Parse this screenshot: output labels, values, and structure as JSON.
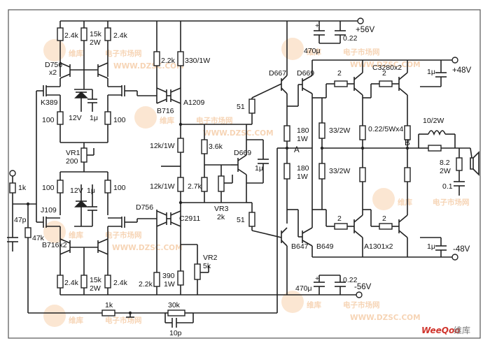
{
  "rails": {
    "pos56": "+56V",
    "neg56": "-56V",
    "pos48": "+48V",
    "neg48": "-48V"
  },
  "nodes": {
    "a": "A",
    "b": "B"
  },
  "transistors": {
    "d756_top": "D756",
    "d756_top_qty": "x2",
    "k389": "K389",
    "j109": "J109",
    "b716_pair": "B716x2",
    "b716": "B716",
    "a1209": "A1209",
    "d756_mid": "D756",
    "c2911": "C2911",
    "d667": "D667",
    "d669": "D669",
    "d669_mid": "D669",
    "c3280": "C3280x2",
    "b647": "B647",
    "b649": "B649",
    "a1301": "A1301x2"
  },
  "resistors": {
    "r_2k4_tl": "2.4k",
    "r_15k_top": "15k",
    "r_15k_top_w": "2W",
    "r_2k4_tr": "2.4k",
    "r_2k2_top": "2.2k",
    "r_330": "330/1W",
    "r_100_tl": "100",
    "r_100_tr": "100",
    "r_100_bl": "100",
    "r_100_br": "100",
    "vr1": "VR1",
    "vr1_val": "200",
    "r_1k_in": "1k",
    "r_47k": "47k",
    "c_47p": "47p",
    "r_12k_a": "12k/1W",
    "r_12k_b": "12k/1W",
    "r_3k6": "3.6k",
    "r_2k7": "2.7k",
    "vr3": "VR3",
    "vr3_val": "2k",
    "r_51_top": "51",
    "r_51_bot": "51",
    "r_180_top": "180",
    "r_180_top_w": "1W",
    "r_180_bot": "180",
    "r_180_bot_w": "1W",
    "r_33_top": "33/2W",
    "r_33_bot": "33/2W",
    "r_022": "0.22/5Wx4",
    "r_2_top_a": "2",
    "r_2_top_b": "2",
    "r_2_bot_a": "2",
    "r_2_bot_b": "2",
    "r_10": "10/2W",
    "r_8k2": "8.2",
    "r_8k2_w": "2W",
    "r_2k4_bl": "2.4k",
    "r_15k_bot": "15k",
    "r_15k_bot_w": "2W",
    "r_2k4_br": "2.4k",
    "r_2k2_bot": "2.2k",
    "r_390": "390",
    "r_390_w": "1W",
    "vr2": "VR2",
    "vr2_val": "5k",
    "r_1k_fb": "1k",
    "r_30k": "30k",
    "c_10p": "10p"
  },
  "caps": {
    "c_470_top": "470μ",
    "c_022_top": "0.22",
    "c_1u_top": "1μ",
    "c_1u_d669": "1μ",
    "c_1u_zener_top": "1μ",
    "c_1u_zener_bot": "1μ",
    "c_01": "0.1",
    "c_1u_bot": "1μ",
    "c_470_bot": "470μ",
    "c_022_bot": "0.22"
  },
  "zeners": {
    "z_top": "12V",
    "z_bot": "12V"
  },
  "watermark": {
    "cn": "维库",
    "cn2": "电子市场网",
    "url": "WWW.DZSC.COM"
  },
  "branding": {
    "weeqoo": "WeeQoo",
    "cn": "维库"
  },
  "colors": {
    "wire": "#222222",
    "watermark": "#f0b27a",
    "brand": "#d0342c"
  }
}
